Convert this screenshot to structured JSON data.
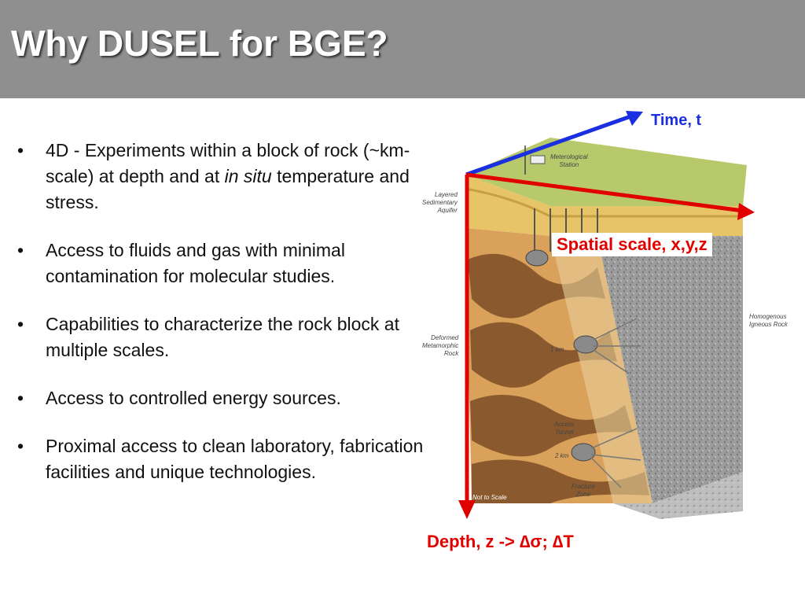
{
  "slide": {
    "title": "Why DUSEL for BGE?"
  },
  "bullets": [
    {
      "before": "4D - Experiments within a block of rock (~km-scale) at depth and at ",
      "italic": "in situ",
      "after": " temperature and stress."
    },
    {
      "before": "Access to fluids and gas with minimal contamination for molecular studies.",
      "italic": "",
      "after": ""
    },
    {
      "before": "Capabilities to characterize the rock block at multiple scales.",
      "italic": "",
      "after": ""
    },
    {
      "before": "Access to controlled energy sources.",
      "italic": "",
      "after": ""
    },
    {
      "before": "Proximal access to clean laboratory, fabrication facilities  and unique technologies.",
      "italic": "",
      "after": ""
    }
  ],
  "bullet_symbol": "•",
  "figure": {
    "time_label": "Time, t",
    "spatial_label": "Spatial scale, x,y,z",
    "depth_label": "Depth, z -> ∆σ; ∆T",
    "small_labels": {
      "station": "Meterological\nStation",
      "layered": "Layered\nSedimentary\nAquifer",
      "deformed": "Deformed\nMetamorphic\nRock",
      "igneous": "Homogenous\nIgneous Rock",
      "one_km": "1 km",
      "two_km": "2 km",
      "access": "Access\nTunnel",
      "fracture": "Fracture\nZone",
      "not_to_scale": "Not to Scale"
    }
  },
  "colors": {
    "title_bar": "#8f8f8f",
    "time_arrow": "#1a2fe0",
    "red_arrows": "#e00000",
    "sediment": "#e8c468",
    "metamorphic_brown": "#8a5a2e",
    "metamorphic_tan": "#d9a15a",
    "igneous": "#9a9a9a"
  }
}
